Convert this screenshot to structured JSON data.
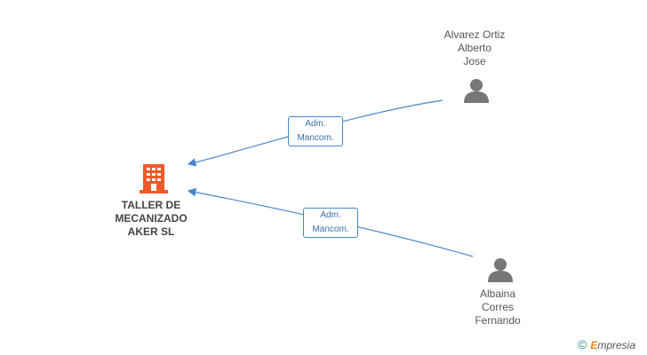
{
  "company": {
    "name_lines": [
      "TALLER DE",
      "MECANIZADO",
      "AKER SL"
    ],
    "icon": "building-icon",
    "color": "#f05a28"
  },
  "persons": [
    {
      "name_lines": [
        "Alvarez Ortiz",
        "Alberto",
        "Jose"
      ],
      "icon": "person-icon"
    },
    {
      "name_lines": [
        "Albaina",
        "Corres",
        "Fernando"
      ],
      "icon": "person-icon"
    }
  ],
  "relations": [
    {
      "from": 0,
      "label_lines": [
        "Adm.",
        "Mancom."
      ]
    },
    {
      "from": 1,
      "label_lines": [
        "Adm.",
        "Mancom."
      ]
    }
  ],
  "colors": {
    "edge": "#4a87c9",
    "person_icon": "#777777"
  },
  "watermark": {
    "symbol": "©",
    "brand_initial": "E",
    "brand_rest": "mpresia"
  }
}
